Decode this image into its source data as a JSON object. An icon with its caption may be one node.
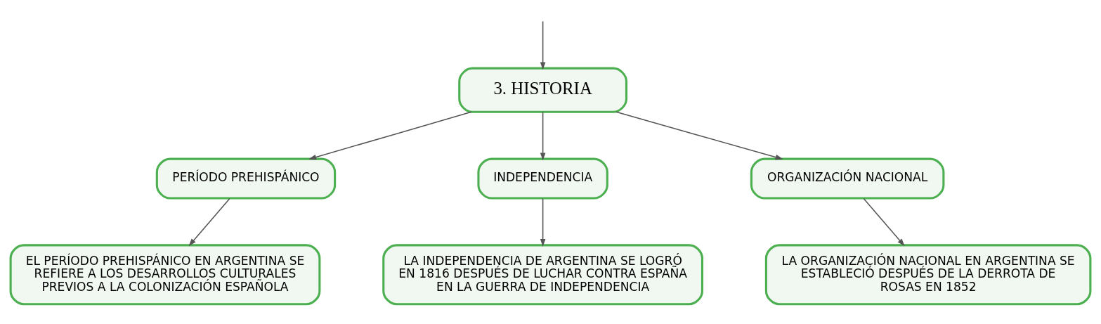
{
  "diagram": {
    "nodes": [
      {
        "text": [
          "3. HISTORIA"
        ]
      },
      {
        "text": [
          "PERÍODO PREHISPÁNICO"
        ]
      },
      {
        "text": [
          "INDEPENDENCIA"
        ]
      },
      {
        "text": [
          "ORGANIZACIÓN NACIONAL"
        ]
      },
      {
        "text": [
          "EL PERÍODO PREHISPÁNICO EN ARGENTINA SE REFIERE A LOS DESARROLLOS CULTURALES PREVIOS A LA COLONIZACIÓN ESPAÑOLA"
        ]
      },
      {
        "text": [
          "LA INDEPENDENCIA DE ARGENTINA SE LOGRÓ EN 1816 DESPUÉS DE LUCHAR CONTRA ESPAÑA EN LA GUERRA DE INDEPENDENCIA"
        ]
      },
      {
        "text": [
          "LA ORGANIZACIÓN NACIONAL EN ARGENTINA SE ESTABLECIÓ DESPUÉS DE LA DERROTA DE ROSAS EN 1852"
        ]
      }
    ],
    "edges": [
      {
        "from": null,
        "to": 0,
        "arrow": "to"
      },
      {
        "from": 0,
        "to": 1,
        "arrow": "to"
      },
      {
        "from": 0,
        "to": 2,
        "arrow": "to"
      },
      {
        "from": 0,
        "to": 3,
        "arrow": "to"
      },
      {
        "from": 1,
        "to": 4,
        "arrow": "to"
      },
      {
        "from": 2,
        "to": 5,
        "arrow": "to"
      },
      {
        "from": 3,
        "to": 6,
        "arrow": "to"
      }
    ]
  }
}
